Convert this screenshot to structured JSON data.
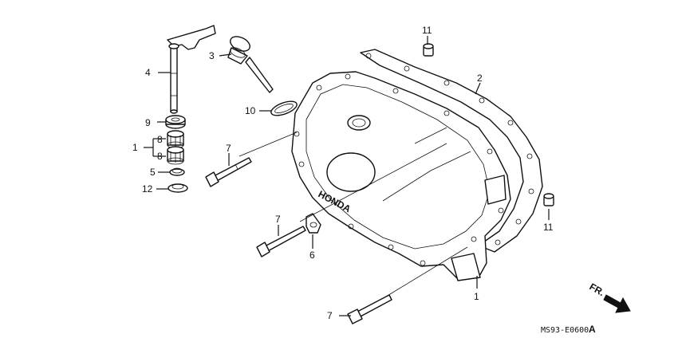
{
  "diagram": {
    "callouts": [
      {
        "id": "c-4",
        "text": "4"
      },
      {
        "id": "c-3",
        "text": "3"
      },
      {
        "id": "c-10",
        "text": "10"
      },
      {
        "id": "c-9",
        "text": "9"
      },
      {
        "id": "c-1a",
        "text": "1"
      },
      {
        "id": "c-8a",
        "text": "8"
      },
      {
        "id": "c-8b",
        "text": "8"
      },
      {
        "id": "c-5",
        "text": "5"
      },
      {
        "id": "c-12",
        "text": "12"
      },
      {
        "id": "c-7a",
        "text": "7"
      },
      {
        "id": "c-7b",
        "text": "7"
      },
      {
        "id": "c-6",
        "text": "6"
      },
      {
        "id": "c-7c",
        "text": "7"
      },
      {
        "id": "c-11a",
        "text": "11"
      },
      {
        "id": "c-2",
        "text": "2"
      },
      {
        "id": "c-11b",
        "text": "11"
      },
      {
        "id": "c-1b",
        "text": "1"
      }
    ],
    "brand_text": "HONDA",
    "direction_label": "FR.",
    "drawing_code": "MS93-E0600",
    "drawing_suffix": "A"
  }
}
